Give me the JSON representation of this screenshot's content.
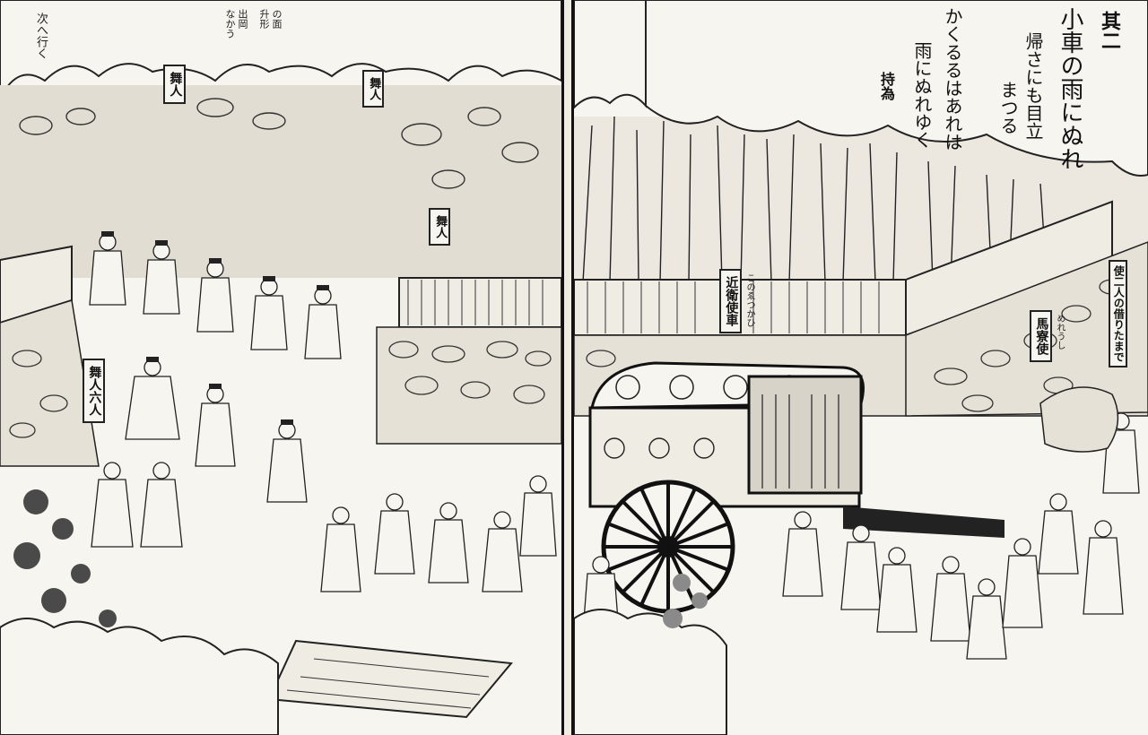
{
  "plate": {
    "number": "其二",
    "poem": [
      "小車の雨にぬれ",
      "帰さにも目立",
      "まつる",
      "かくるるはあれは",
      "雨にぬれゆく"
    ],
    "signature": "持為"
  },
  "left_page": {
    "labels": {
      "maibito_top": "舞人",
      "maibito_right": "舞人",
      "maibito_mid": "舞人",
      "maibito_six": "舞人六人"
    },
    "notes": {
      "top_group": [
        "出岡",
        "なかう",
        "升形",
        "の面"
      ],
      "edge": "次へ行く"
    }
  },
  "right_page": {
    "labels": {
      "carriage": "近衛使車",
      "horse_envoy": "馬寮使",
      "attendants": [
        "使二人の",
        "借りたまで"
      ]
    },
    "notes": {
      "carriage_gloss": "このゑつかひ",
      "horse_gloss": "めれうし"
    }
  }
}
